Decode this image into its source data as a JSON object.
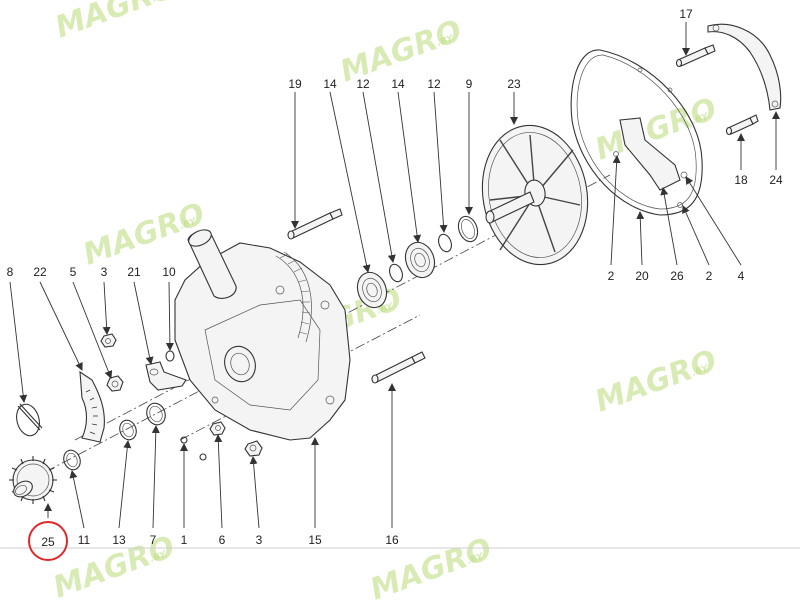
{
  "watermark": {
    "brand": "MAGRO",
    "suffix": ".BY"
  },
  "callouts": [
    "17",
    "19",
    "14",
    "12",
    "14",
    "12",
    "9",
    "23",
    "24",
    "18",
    "8",
    "22",
    "5",
    "3",
    "21",
    "10",
    "2",
    "20",
    "26",
    "2",
    "4",
    "25",
    "11",
    "13",
    "7",
    "1",
    "6",
    "3",
    "15",
    "16"
  ],
  "highlight": {
    "callout_index": 21,
    "color": "#e0282c"
  },
  "colors": {
    "line": "#333333",
    "watermark": "#b9dc7a",
    "highlight": "#e0282c"
  }
}
